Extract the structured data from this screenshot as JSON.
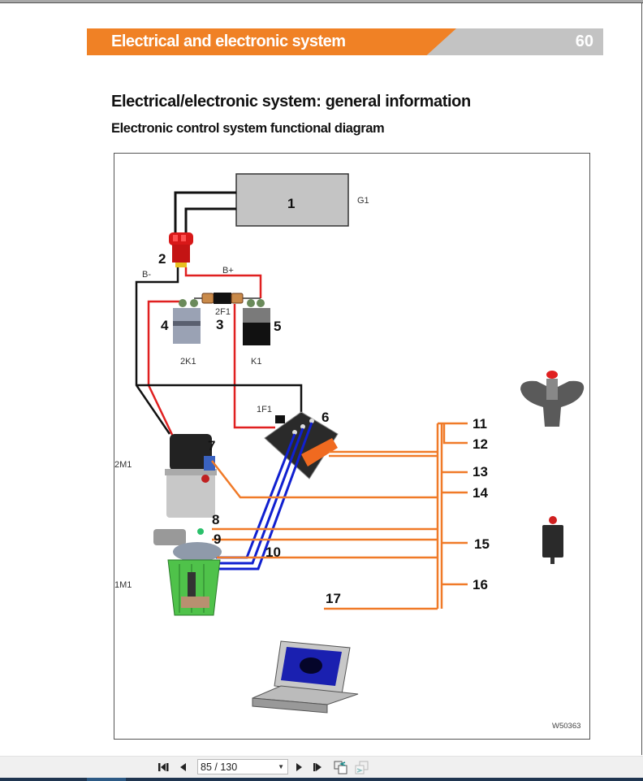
{
  "header": {
    "section_title": "Electrical and electronic system",
    "page_number": "60",
    "colors": {
      "accent": "#f08125",
      "gray": "#c3c3c3"
    }
  },
  "title": "Electrical/electronic system: general information",
  "subtitle": "Electronic control system functional diagram",
  "diagram": {
    "callouts": [
      "1",
      "2",
      "3",
      "4",
      "5",
      "6",
      "7",
      "8",
      "9",
      "10",
      "11",
      "12",
      "13",
      "14",
      "15",
      "16",
      "17"
    ],
    "refs": {
      "battery": "G1",
      "b_minus": "B-",
      "b_plus": "B+",
      "fuse": "2F1",
      "contactor_2k1": "2K1",
      "contactor_k1": "K1",
      "fuse_1f1": "1F1",
      "pump_motor": "2M1",
      "drive_motor": "1M1"
    },
    "figure_id": "W50363",
    "wire_colors": {
      "power_positive": "#e02020",
      "power_negative": "#111111",
      "signal": "#f07a28",
      "motor_phase": "#1020d0"
    }
  },
  "viewer_toolbar": {
    "first_page": "first-page",
    "prev_page": "previous-page",
    "page_field": "85 / 130",
    "next_page": "next-page",
    "last_page": "last-page",
    "current_page": 85,
    "total_pages": 130
  }
}
